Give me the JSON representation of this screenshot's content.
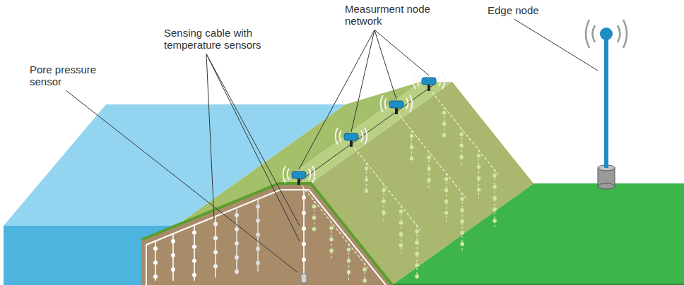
{
  "diagram": {
    "labels": [
      "Measurment node network",
      "Edge node",
      "Sensing cable with temperature sensors",
      "Pore pressure sensor"
    ]
  }
}
